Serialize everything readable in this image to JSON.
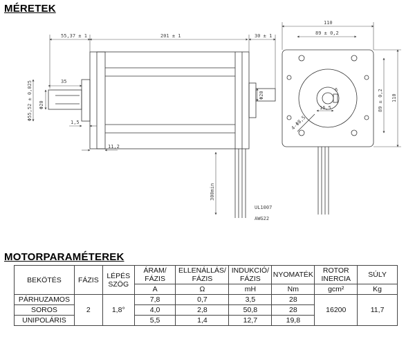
{
  "sections": {
    "dimensions_title": "MÉRETEK",
    "params_title": "MOTORPARAMÉTEREK"
  },
  "drawing": {
    "side_labels": {
      "d1": "55,37 ± 1",
      "d2": "201 ± 1",
      "d3": "30 ± 1",
      "d4": "35",
      "d5": "Φ55,52 ± 0,025",
      "d6": "Φ20",
      "d7": "Φ20",
      "d8": "1,5",
      "d9": "11,2",
      "d10": "300min",
      "d11": "UL1007",
      "d12": "AWG22"
    },
    "front_labels": {
      "f1": "110",
      "f2": "89 ± 0,2",
      "f3": "89 ± 0,2",
      "f4": "110",
      "f5": "16,5",
      "f6": "4-Φ8,5",
      "f7": "6"
    }
  },
  "table": {
    "headers": {
      "bekotes": "BEKÖTÉS",
      "fazis": "FÁZIS",
      "lepes_1": "LÉPÉS",
      "lepes_2": "SZÖG",
      "aram_1": "ÁRAM/",
      "aram_2": "FÁZIS",
      "ell_1": "ELLENÁLLÁS/",
      "ell_2": "FÁZIS",
      "ind_1": "INDUKCIÓ/",
      "ind_2": "FÁZIS",
      "nyomatek": "NYOMATÉK",
      "rotor_1": "ROTOR",
      "rotor_2": "INERCIA",
      "suly": "SÚLY"
    },
    "units": {
      "aram": "A",
      "ell": "Ω",
      "ind": "mH",
      "nyomatek": "Nm",
      "rotor": "gcm²",
      "suly": "Kg"
    },
    "shared": {
      "fazis": "2",
      "lepes": "1,8°",
      "rotor": "16200",
      "suly": "11,7"
    },
    "rows": [
      {
        "name": "PÁRHUZAMOS",
        "aram": "7,8",
        "ell": "0,7",
        "ind": "3,5",
        "nyomatek": "28"
      },
      {
        "name": "SOROS",
        "aram": "4,0",
        "ell": "2,8",
        "ind": "50,8",
        "nyomatek": "28"
      },
      {
        "name": "UNIPOLÁRIS",
        "aram": "5,5",
        "ell": "1,4",
        "ind": "12,7",
        "nyomatek": "19,8"
      }
    ]
  }
}
